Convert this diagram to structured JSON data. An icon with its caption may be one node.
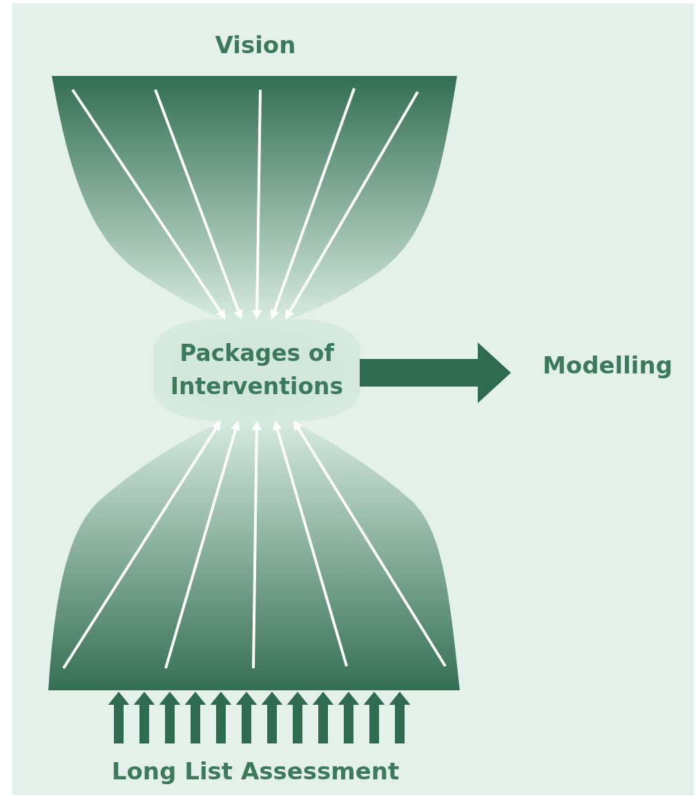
{
  "diagram": {
    "nodes": [
      {
        "text": [
          "Vision"
        ]
      },
      {
        "text": [
          "Packages of Interventions"
        ]
      },
      {
        "text": [],
        "shape": "funnel"
      },
      {
        "text": [
          "Long List Assessment"
        ]
      },
      {
        "text": [
          "Modelling"
        ]
      }
    ],
    "edges": [
      {
        "from": 0,
        "to": 1,
        "arrow": "to",
        "color": "#ffffff"
      },
      {
        "from": 0,
        "to": 1,
        "arrow": "to",
        "color": "#ffffff"
      },
      {
        "from": 0,
        "to": 1,
        "arrow": "to",
        "color": "#ffffff"
      },
      {
        "from": 0,
        "to": 1,
        "arrow": "to",
        "color": "#ffffff"
      },
      {
        "from": 0,
        "to": 1,
        "arrow": "to",
        "color": "#ffffff"
      },
      {
        "from": 2,
        "to": 1,
        "arrow": "to",
        "color": "#ffffff"
      },
      {
        "from": 2,
        "to": 1,
        "arrow": "to",
        "color": "#ffffff"
      },
      {
        "from": 2,
        "to": 1,
        "arrow": "to",
        "color": "#ffffff"
      },
      {
        "from": 2,
        "to": 1,
        "arrow": "to",
        "color": "#ffffff"
      },
      {
        "from": 2,
        "to": 1,
        "arrow": "to",
        "color": "#ffffff"
      },
      {
        "from": 3,
        "to": 2,
        "arrow": "to"
      },
      {
        "from": 3,
        "to": 2,
        "arrow": "to"
      },
      {
        "from": 3,
        "to": 2,
        "arrow": "to"
      },
      {
        "from": 3,
        "to": 2,
        "arrow": "to"
      },
      {
        "from": 3,
        "to": 2,
        "arrow": "to"
      },
      {
        "from": 3,
        "to": 2,
        "arrow": "to"
      },
      {
        "from": 3,
        "to": 2,
        "arrow": "to"
      },
      {
        "from": 3,
        "to": 2,
        "arrow": "to"
      },
      {
        "from": 3,
        "to": 2,
        "arrow": "to"
      },
      {
        "from": 3,
        "to": 2,
        "arrow": "to"
      },
      {
        "from": 3,
        "to": 2,
        "arrow": "to"
      },
      {
        "from": 3,
        "to": 2,
        "arrow": "to"
      },
      {
        "from": 1,
        "to": 4,
        "arrow": "to",
        "style": "thick"
      }
    ]
  }
}
